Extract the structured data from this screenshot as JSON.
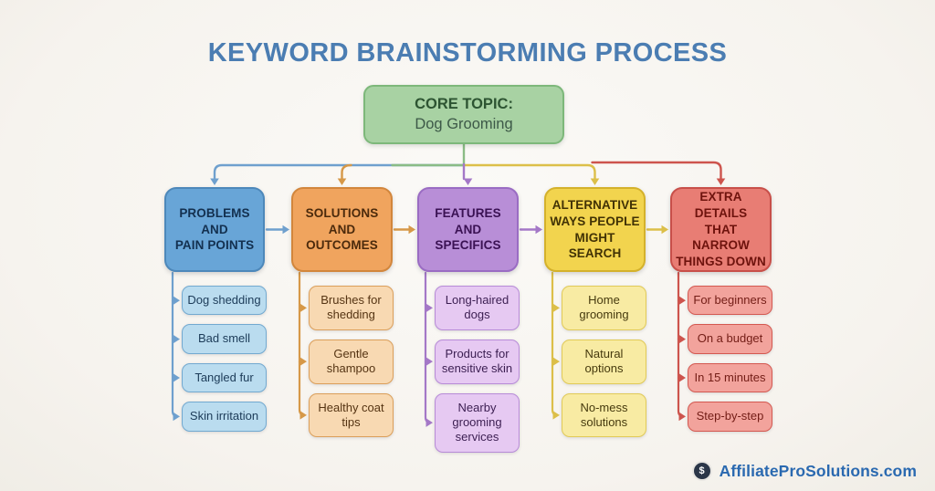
{
  "title": "KEYWORD BRAINSTORMING PROCESS",
  "title_color": "#4b7db2",
  "core": {
    "label": "CORE TOPIC:",
    "value": "Dog Grooming",
    "fill": "#a8d2a3",
    "border": "#7db87a",
    "accent": "#8abc85"
  },
  "columns": [
    {
      "title": "PROBLEMS\nAND\nPAIN POINTS",
      "items": [
        "Dog shedding",
        "Bad smell",
        "Tangled fur",
        "Skin irritation"
      ],
      "colors": {
        "fill": "#68a5d7",
        "border": "#4d88ba",
        "text": "#13304f",
        "pfill": "#badcef",
        "pborder": "#72a9d0",
        "ptext": "#1c3b58",
        "accent": "#6fa0ce"
      }
    },
    {
      "title": "SOLUTIONS\nAND\nOUTCOMES",
      "items": [
        "Brushes for shedding",
        "Gentle shampoo",
        "Healthy coat tips"
      ],
      "colors": {
        "fill": "#f0a45e",
        "border": "#d2863c",
        "text": "#4b2a0c",
        "pfill": "#f8d9b2",
        "pborder": "#db9f5a",
        "ptext": "#553413",
        "accent": "#d69848"
      }
    },
    {
      "title": "FEATURES\nAND\nSPECIFICS",
      "items": [
        "Long-haired dogs",
        "Products for sensitive skin",
        "Nearby grooming services"
      ],
      "colors": {
        "fill": "#b88ed7",
        "border": "#9a6cc3",
        "text": "#3a1153",
        "pfill": "#e6c9f2",
        "pborder": "#b78bd7",
        "ptext": "#3b1e51",
        "accent": "#a478c7"
      }
    },
    {
      "title": "ALTERNATIVE\nWAYS PEOPLE\nMIGHT SEARCH",
      "items": [
        "Home grooming",
        "Natural options",
        "No-mess solutions"
      ],
      "colors": {
        "fill": "#f2d44e",
        "border": "#d4b12b",
        "text": "#413205",
        "pfill": "#f8eba3",
        "pborder": "#e1ca57",
        "ptext": "#463a0e",
        "accent": "#dcbf49"
      }
    },
    {
      "title": "EXTRA DETAILS\nTHAT NARROW\nTHINGS DOWN",
      "items": [
        "For beginners",
        "On a budget",
        "In 15 minutes",
        "Step-by-step"
      ],
      "colors": {
        "fill": "#e87d74",
        "border": "#c84f49",
        "text": "#6e130d",
        "pfill": "#f2a39c",
        "pborder": "#d45850",
        "ptext": "#731d16",
        "accent": "#cd544d"
      }
    }
  ],
  "footer": {
    "icon_glyph": "$",
    "brand": "AffiliateProSolutions.com",
    "brand_color": "#2a69b0"
  }
}
